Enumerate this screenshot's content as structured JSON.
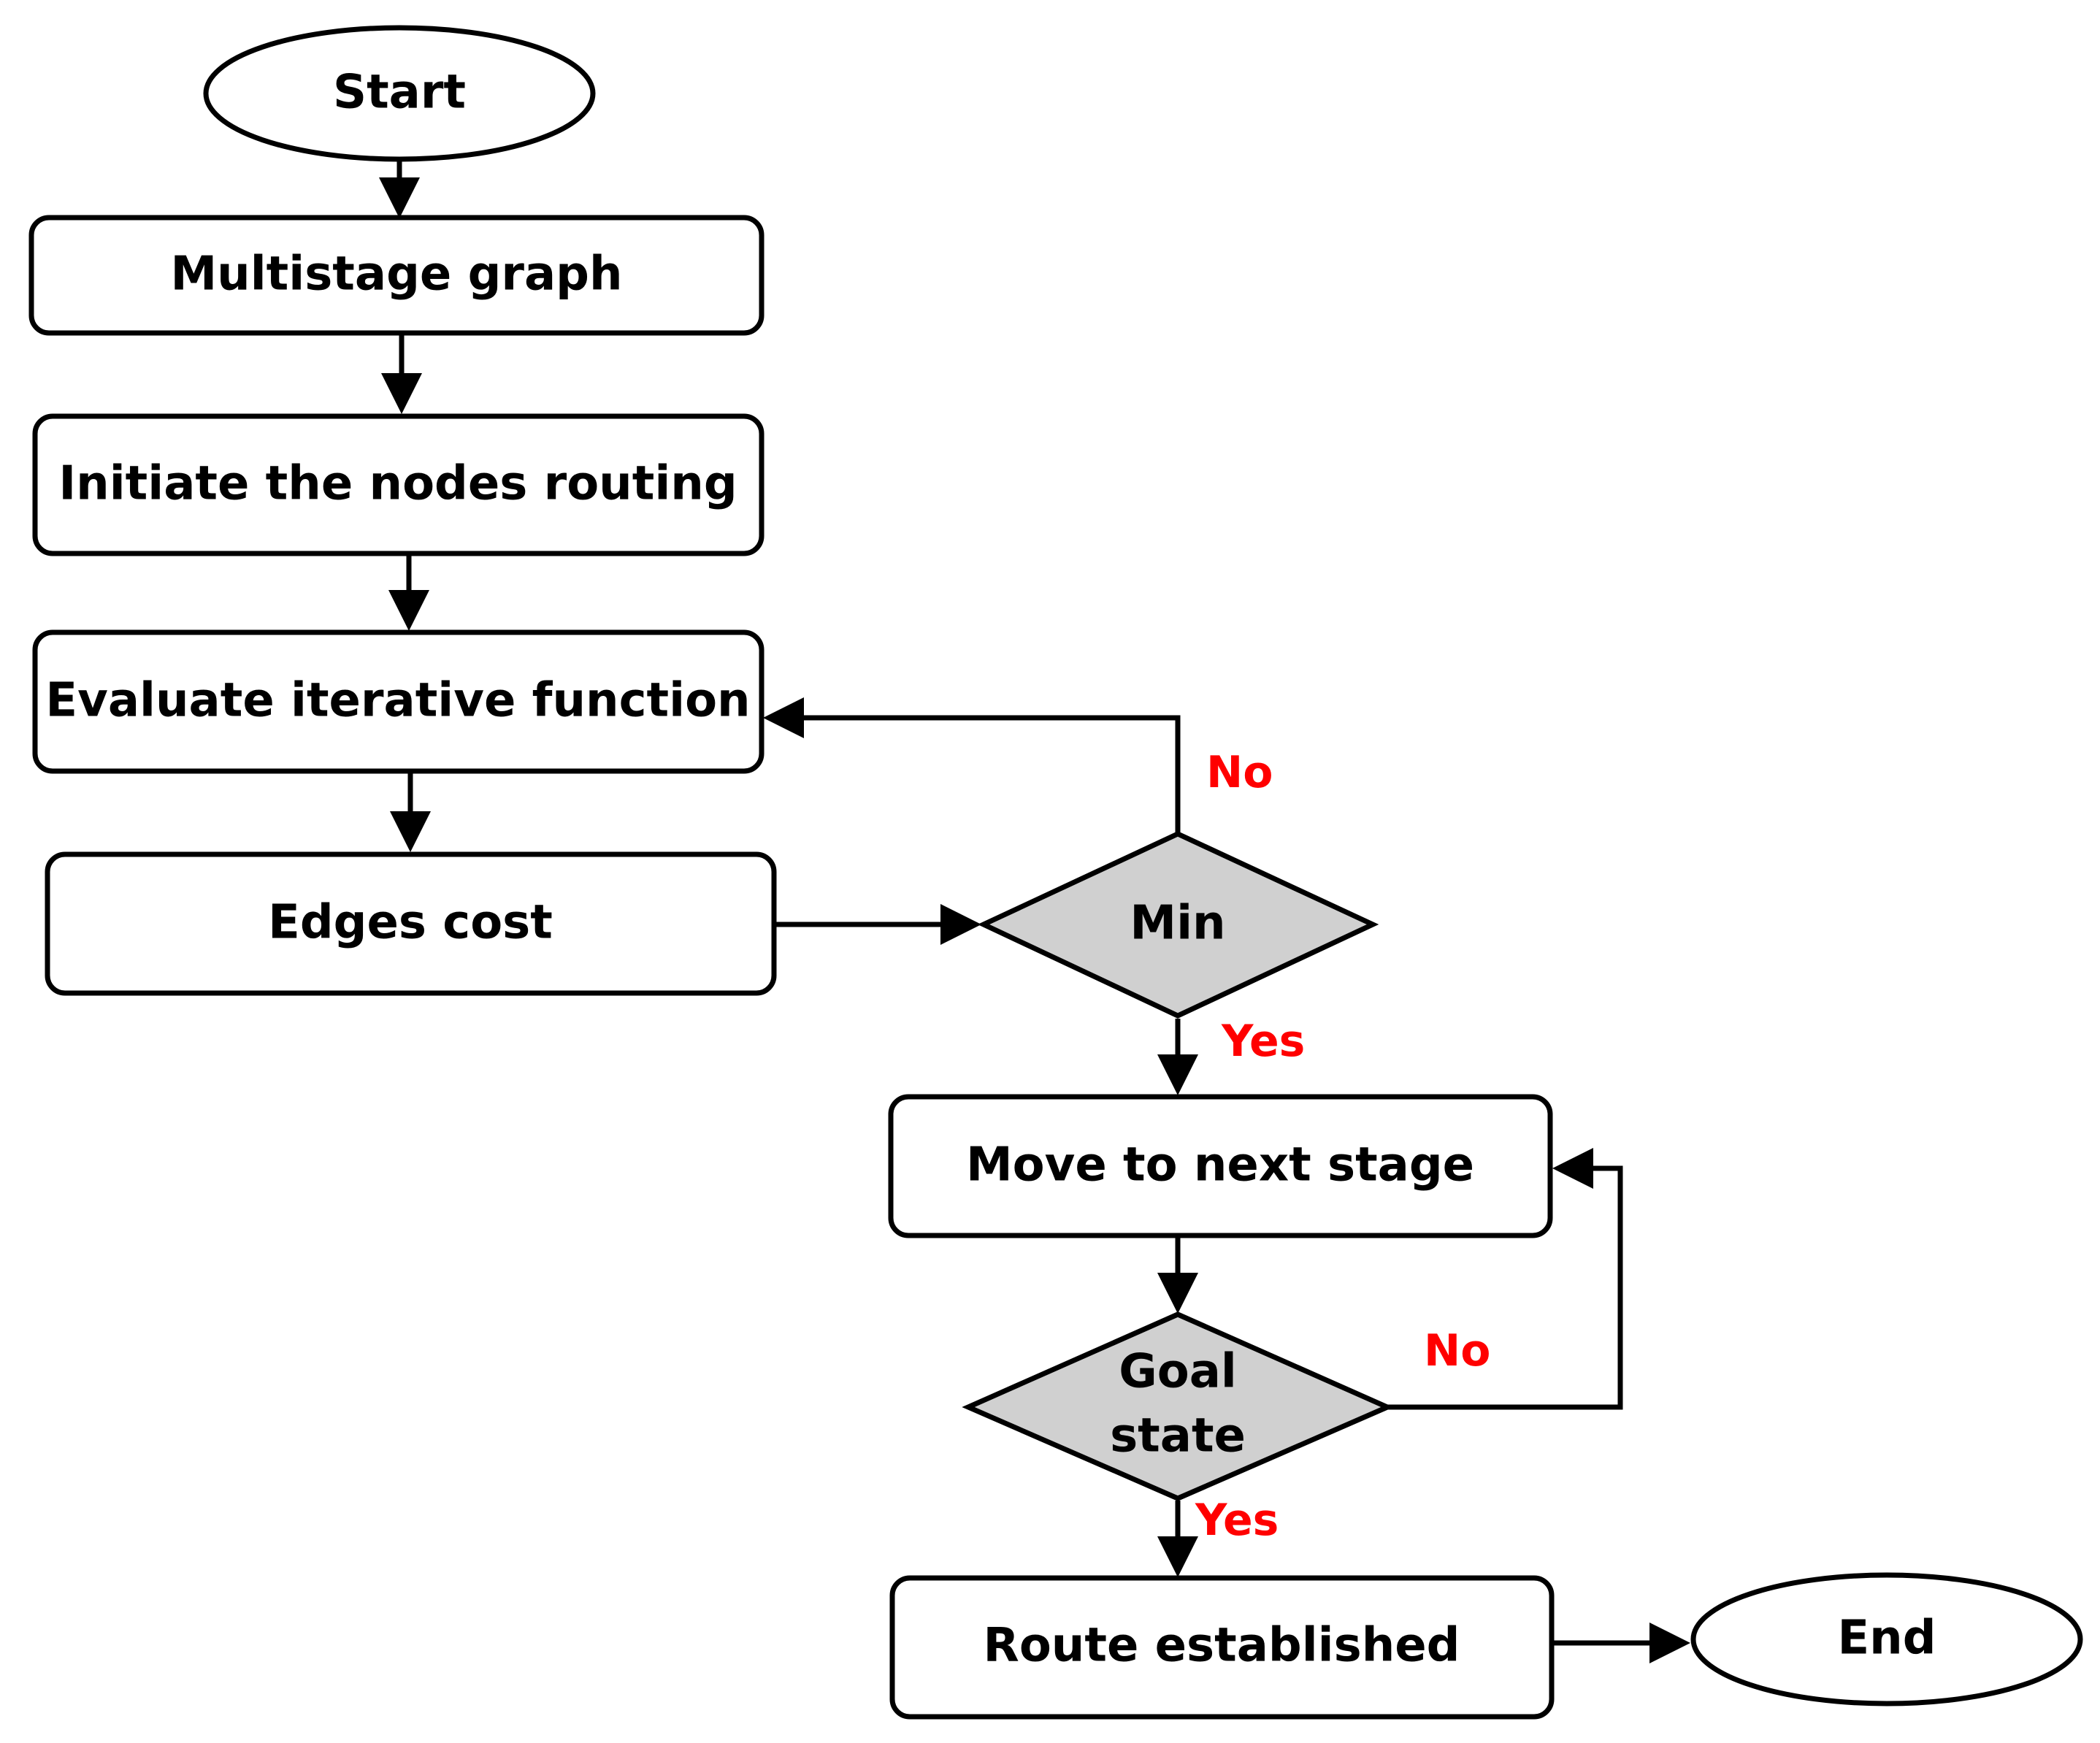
{
  "colors": {
    "stroke": "#000000",
    "node_fill": "#ffffff",
    "decision_fill": "#d0d0d0",
    "label_red": "#ff0000"
  },
  "nodes": {
    "start": "Start",
    "multistage_graph": "Multistage graph",
    "initiate_routing": "Initiate the nodes routing",
    "evaluate_function": "Evaluate iterative function",
    "edges_cost": "Edges cost",
    "min": "Min",
    "move_next_stage": "Move to next stage",
    "goal_state_line1": "Goal",
    "goal_state_line2": "state",
    "route_established": "Route established",
    "end": "End"
  },
  "edge_labels": {
    "min_no": "No",
    "min_yes": "Yes",
    "goal_no": "No",
    "goal_yes": "Yes"
  }
}
